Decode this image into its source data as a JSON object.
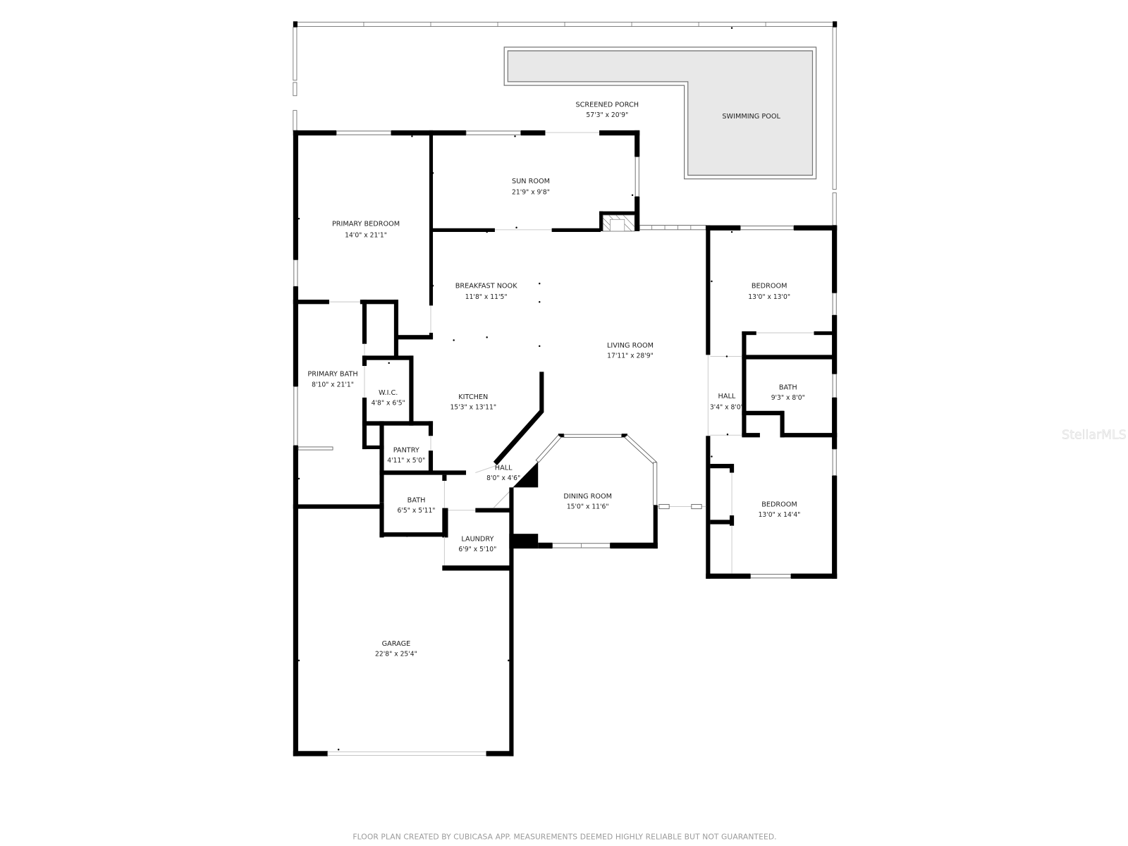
{
  "plan": {
    "rooms": [
      {
        "id": "screened-porch",
        "name": "SCREENED PORCH",
        "dims": "57'3\" x 20'9\""
      },
      {
        "id": "swimming-pool",
        "name": "SWIMMING POOL",
        "dims": ""
      },
      {
        "id": "sun-room",
        "name": "SUN ROOM",
        "dims": "21'9\" x 9'8\""
      },
      {
        "id": "primary-bedroom",
        "name": "PRIMARY BEDROOM",
        "dims": "14'0\" x 21'1\""
      },
      {
        "id": "breakfast-nook",
        "name": "BREAKFAST NOOK",
        "dims": "11'8\" x 11'5\""
      },
      {
        "id": "living-room",
        "name": "LIVING ROOM",
        "dims": "17'11\" x 28'9\""
      },
      {
        "id": "bedroom-1",
        "name": "BEDROOM",
        "dims": "13'0\" x 13'0\""
      },
      {
        "id": "primary-bath",
        "name": "PRIMARY BATH",
        "dims": "8'10\" x 21'1\""
      },
      {
        "id": "wic",
        "name": "W.I.C.",
        "dims": "4'8\" x 6'5\""
      },
      {
        "id": "kitchen",
        "name": "KITCHEN",
        "dims": "15'3\" x 13'11\""
      },
      {
        "id": "hall-1",
        "name": "HALL",
        "dims": "3'4\" x 8'0\""
      },
      {
        "id": "bath-1",
        "name": "BATH",
        "dims": "9'3\" x 8'0\""
      },
      {
        "id": "pantry",
        "name": "PANTRY",
        "dims": "4'11\" x 5'0\""
      },
      {
        "id": "hall-2",
        "name": "HALL",
        "dims": "8'0\" x 4'6\""
      },
      {
        "id": "bath-2",
        "name": "BATH",
        "dims": "6'5\" x 5'11\""
      },
      {
        "id": "dining-room",
        "name": "DINING ROOM",
        "dims": "15'0\" x 11'6\""
      },
      {
        "id": "bedroom-2",
        "name": "BEDROOM",
        "dims": "13'0\" x 14'4\""
      },
      {
        "id": "laundry",
        "name": "LAUNDRY",
        "dims": "6'9\" x 5'10\""
      },
      {
        "id": "garage",
        "name": "GARAGE",
        "dims": "22'8\" x 25'4\""
      }
    ],
    "footer": "FLOOR PLAN CREATED BY CUBICASA APP. MEASUREMENTS DEEMED HIGHLY RELIABLE BUT NOT GUARANTEED.",
    "watermark": "StellarMLS",
    "colors": {
      "wall": "#000000",
      "pool_fill": "#e8e8e8",
      "footer_text": "#9a9a9a",
      "background": "#ffffff"
    }
  }
}
